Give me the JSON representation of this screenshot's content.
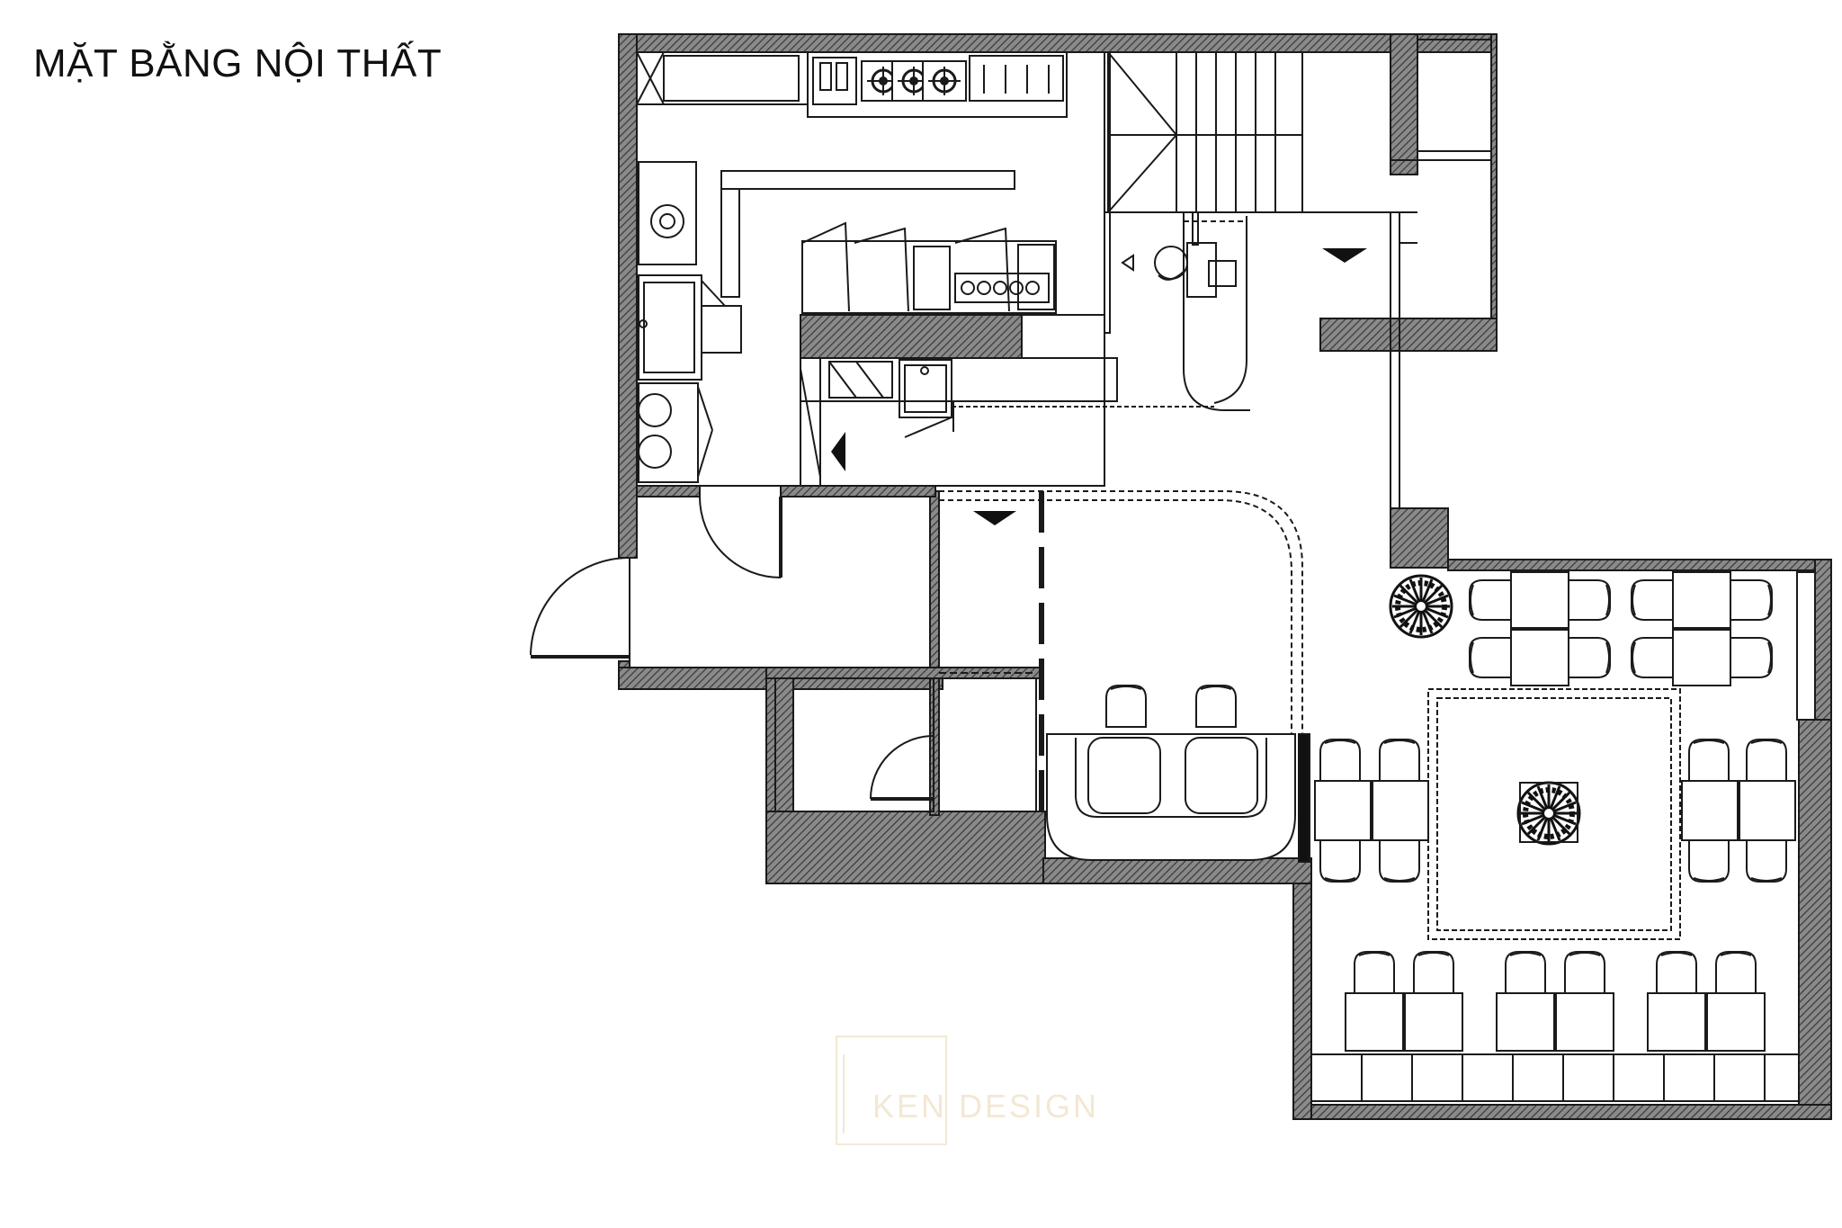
{
  "title": "MẶT BẰNG NỘI THẤT",
  "watermark": {
    "text": "KEN DESIGN"
  },
  "colors": {
    "wall": "#3b3b3b",
    "line": "#1a1a1a",
    "hatch": "#555555",
    "background": "#ffffff",
    "watermark": "#ead7b2"
  },
  "icons": {
    "stair_arrow": "black-triangle",
    "plant": "round-pot-plant",
    "chair": "rounded-chair",
    "table": "square-table"
  }
}
